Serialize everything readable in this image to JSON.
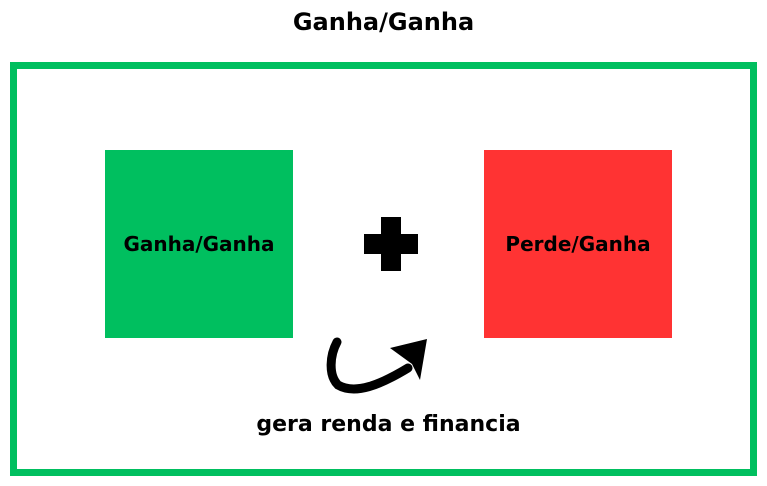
{
  "title": "Ganha/Ganha",
  "boxes": {
    "left": {
      "label": "Ganha/Ganha",
      "color": "#00bf5f"
    },
    "right": {
      "label": "Perde/Ganha",
      "color": "#ff3333"
    }
  },
  "operator_icon": "plus-icon",
  "connector_icon": "curved-arrow-icon",
  "caption": "gera renda e financia",
  "frame_color": "#00bf5f"
}
